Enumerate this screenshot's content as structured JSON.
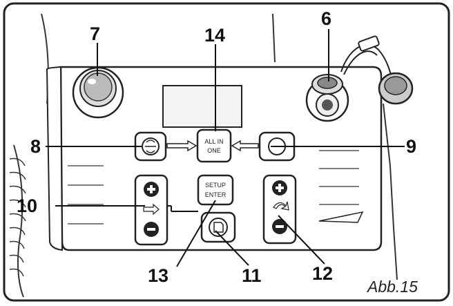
{
  "callouts": {
    "c6": "6",
    "c7": "7",
    "c8": "8",
    "c9": "9",
    "c10": "10",
    "c11": "11",
    "c12": "12",
    "c13": "13",
    "c14": "14"
  },
  "buttons": {
    "all_in_one_line1": "ALL IN",
    "all_in_one_line2": "ONE",
    "setup_enter_line1": "SETUP",
    "setup_enter_line2": "ENTER"
  },
  "figure_caption": "Abb.15",
  "colors": {
    "line": "#222222",
    "panel": "#ffffff",
    "screen": "#f4f4f4"
  }
}
